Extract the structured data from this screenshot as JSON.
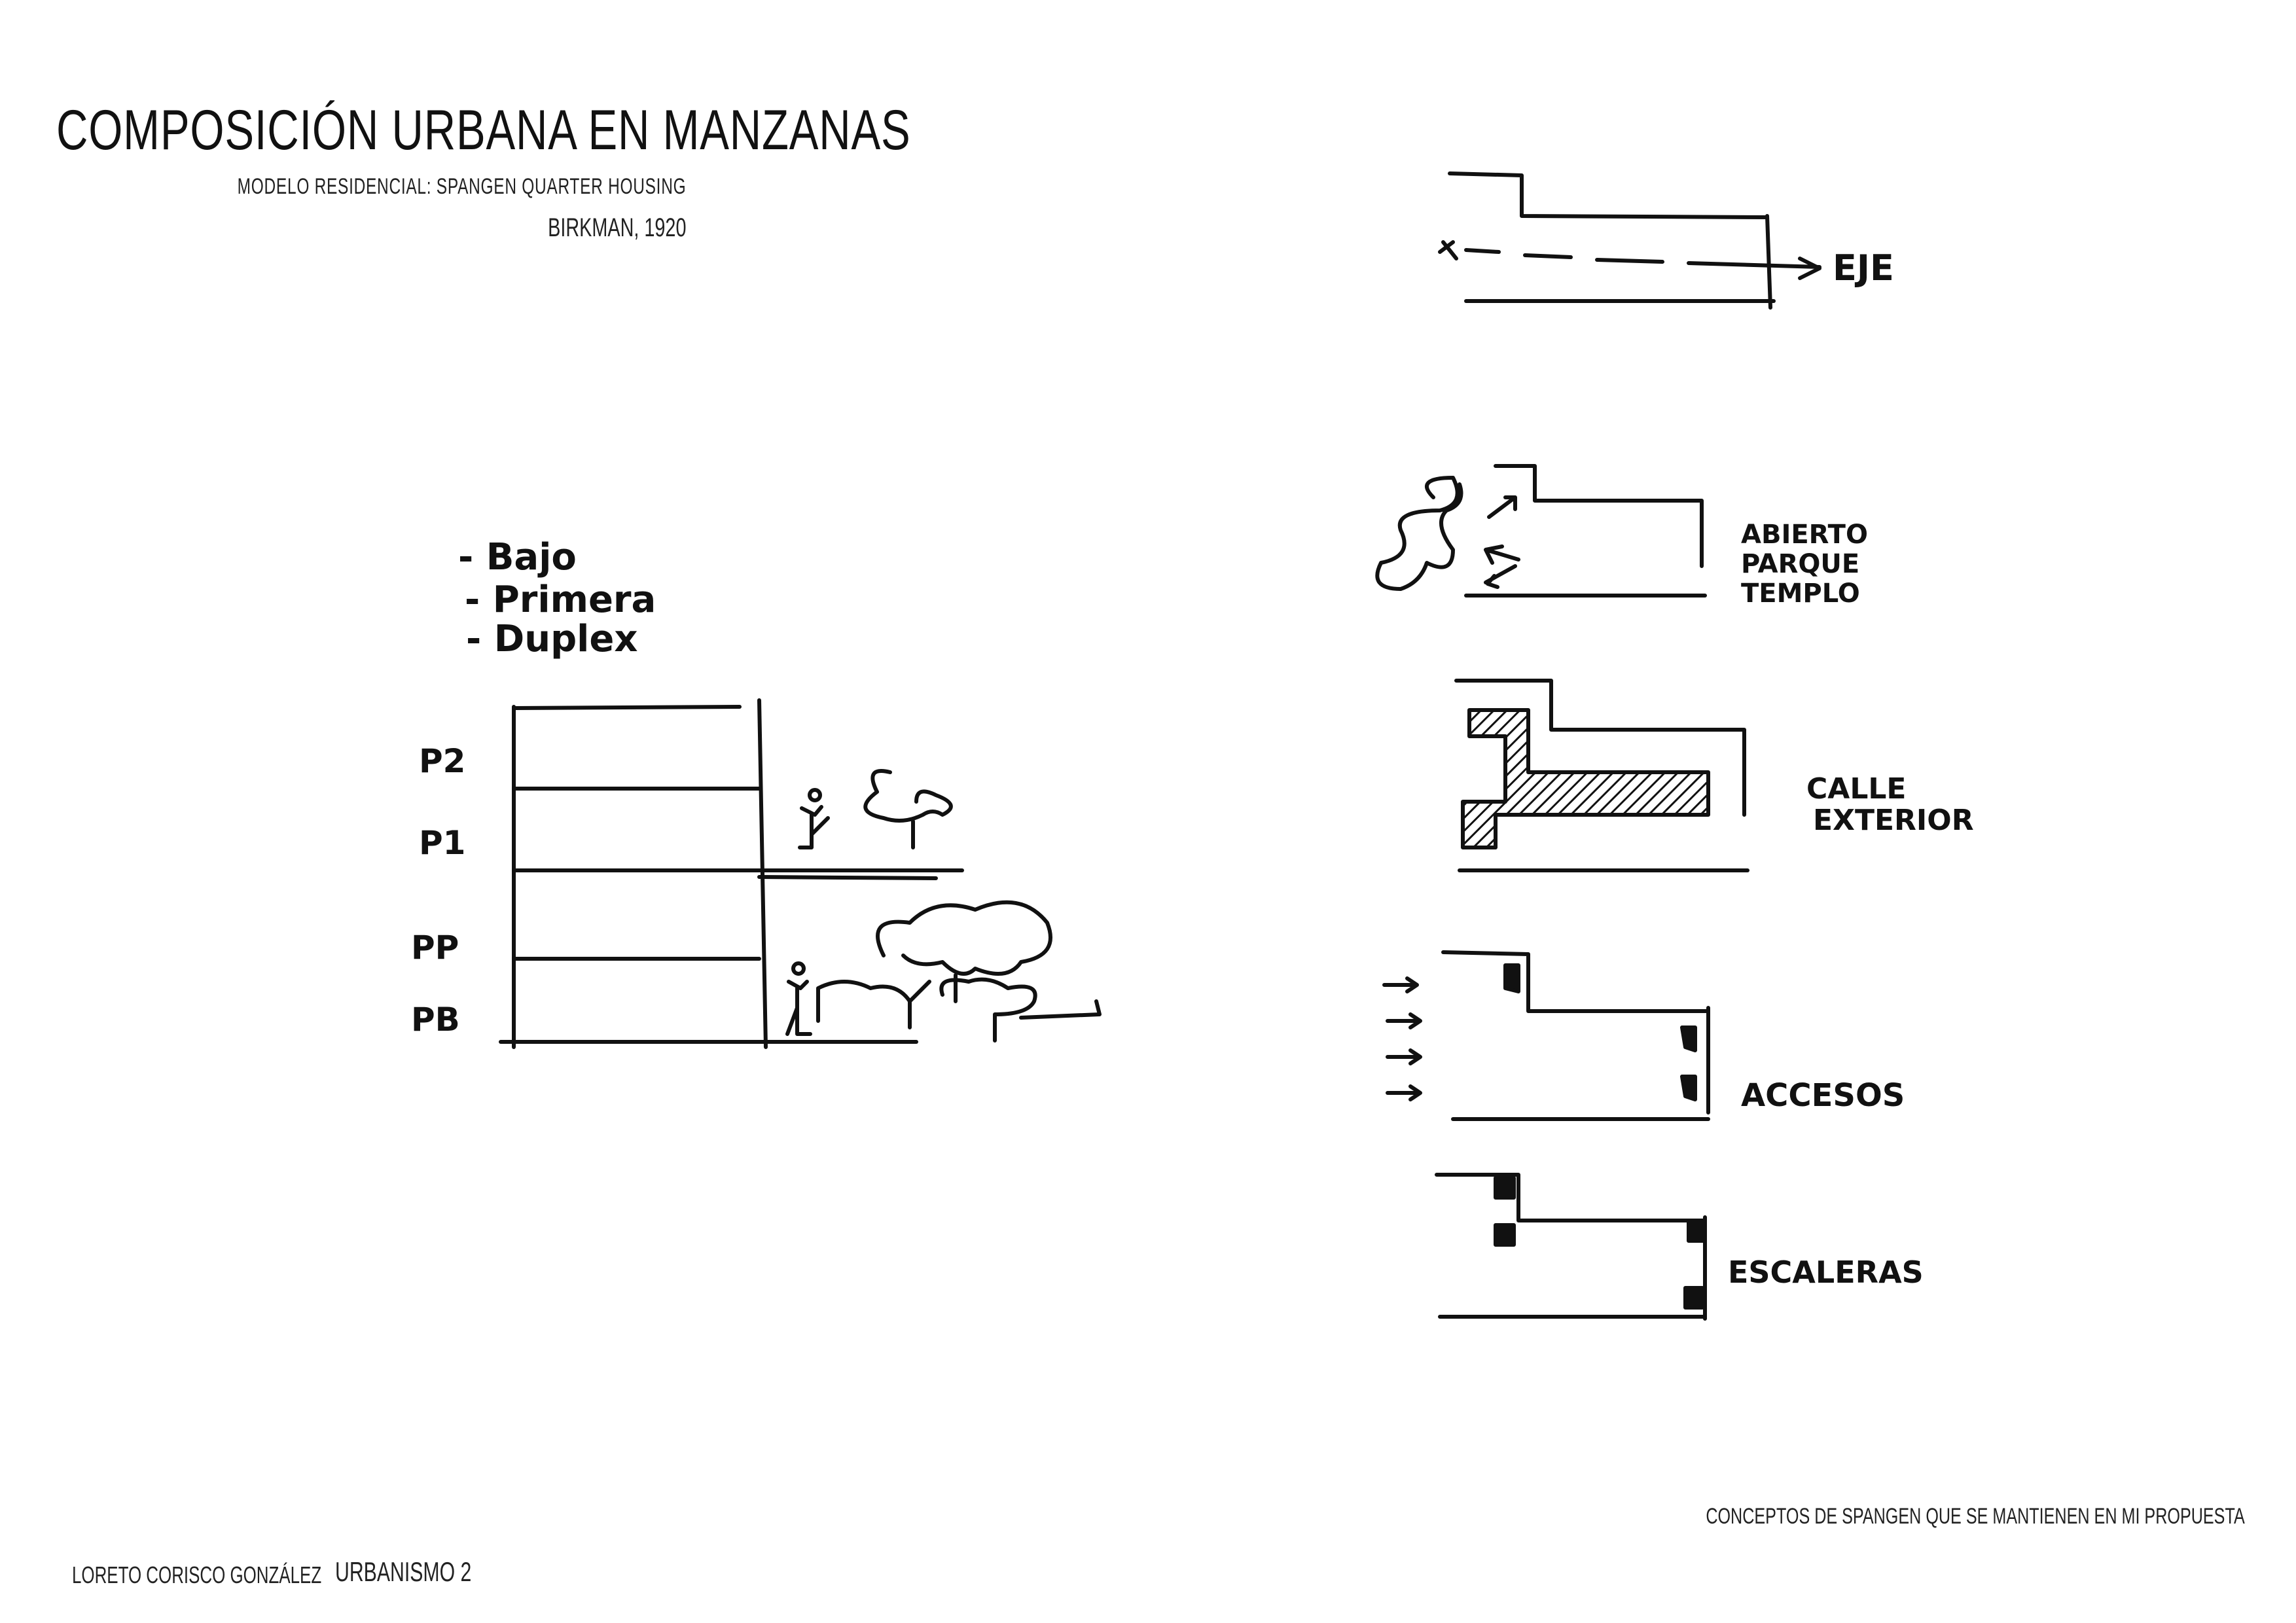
{
  "header": {
    "title": "COMPOSICIÓN URBANA EN MANZANAS",
    "subtitle": "MODELO RESIDENCIAL: SPANGEN QUARTER HOUSING",
    "author_year": "BIRKMAN, 1920"
  },
  "footer": {
    "author": "LORETO CORISCO GONZÁLEZ",
    "course": "URBANISMO 2",
    "concepts_caption": "CONCEPTOS DE SPANGEN QUE SE MANTIENEN EN MI PROPUESTA"
  },
  "section_sketch": {
    "dwelling_types": [
      "- Bajo",
      "- Primera",
      "- Duplex"
    ],
    "floor_labels": [
      "P2",
      "P1",
      "PP",
      "PB"
    ]
  },
  "concepts": {
    "axis_label": "EJE",
    "open_label": [
      "ABIERTO",
      "PARQUE",
      "TEMPLO"
    ],
    "street_label": [
      "CALLE",
      "EXTERIOR"
    ],
    "access_label": "ACCESOS",
    "stairs_label": "ESCALERAS"
  },
  "colors": {
    "ink": "#111111",
    "paper": "#ffffff"
  }
}
